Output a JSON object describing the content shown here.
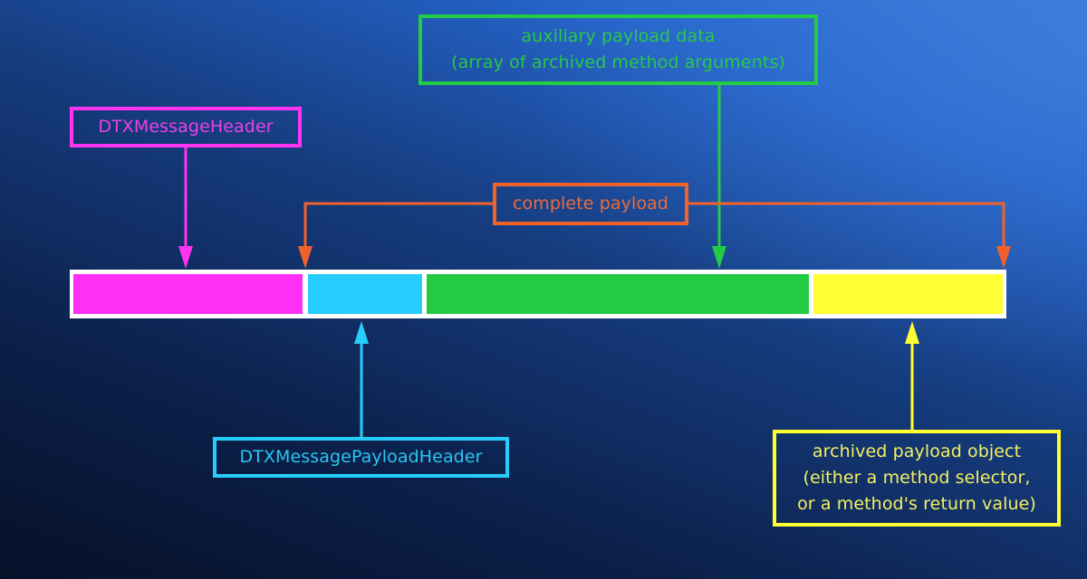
{
  "diagram": {
    "title": "DTX message layout",
    "segments": [
      {
        "id": "header",
        "name": "DTXMessageHeader",
        "color": "#ff2ff5"
      },
      {
        "id": "payload_header",
        "name": "DTXMessagePayloadHeader",
        "color": "#26cdfd"
      },
      {
        "id": "auxiliary",
        "name": "auxiliary payload data",
        "color": "#22cb42"
      },
      {
        "id": "archived",
        "name": "archived payload object",
        "color": "#ffff33"
      }
    ],
    "labels": {
      "header": {
        "lines": [
          "DTXMessageHeader"
        ],
        "color": "#ff33f2"
      },
      "auxiliary": {
        "lines": [
          "auxiliary payload data",
          "(array of archived method arguments)"
        ],
        "color": "#24cc44"
      },
      "complete_payload": {
        "lines": [
          "complete payload"
        ],
        "color": "#f0622a"
      },
      "payload_header": {
        "lines": [
          "DTXMessagePayloadHeader"
        ],
        "color": "#27cdfa"
      },
      "archived": {
        "lines": [
          "archived payload object",
          "(either a method selector,",
          "or a method's return value)"
        ],
        "color": "#ffff33"
      }
    },
    "connections": [
      {
        "from": "header-label",
        "to": "header-segment",
        "direction": "down"
      },
      {
        "from": "auxiliary-label",
        "to": "auxiliary-segment",
        "direction": "down"
      },
      {
        "from": "complete-payload-label",
        "to": "payload-start",
        "direction": "down",
        "bracket": "left"
      },
      {
        "from": "complete-payload-label",
        "to": "payload-end",
        "direction": "down",
        "bracket": "right"
      },
      {
        "from": "payload-header-label",
        "to": "payload-header-segment",
        "direction": "up"
      },
      {
        "from": "archived-label",
        "to": "archived-segment",
        "direction": "up"
      }
    ]
  }
}
